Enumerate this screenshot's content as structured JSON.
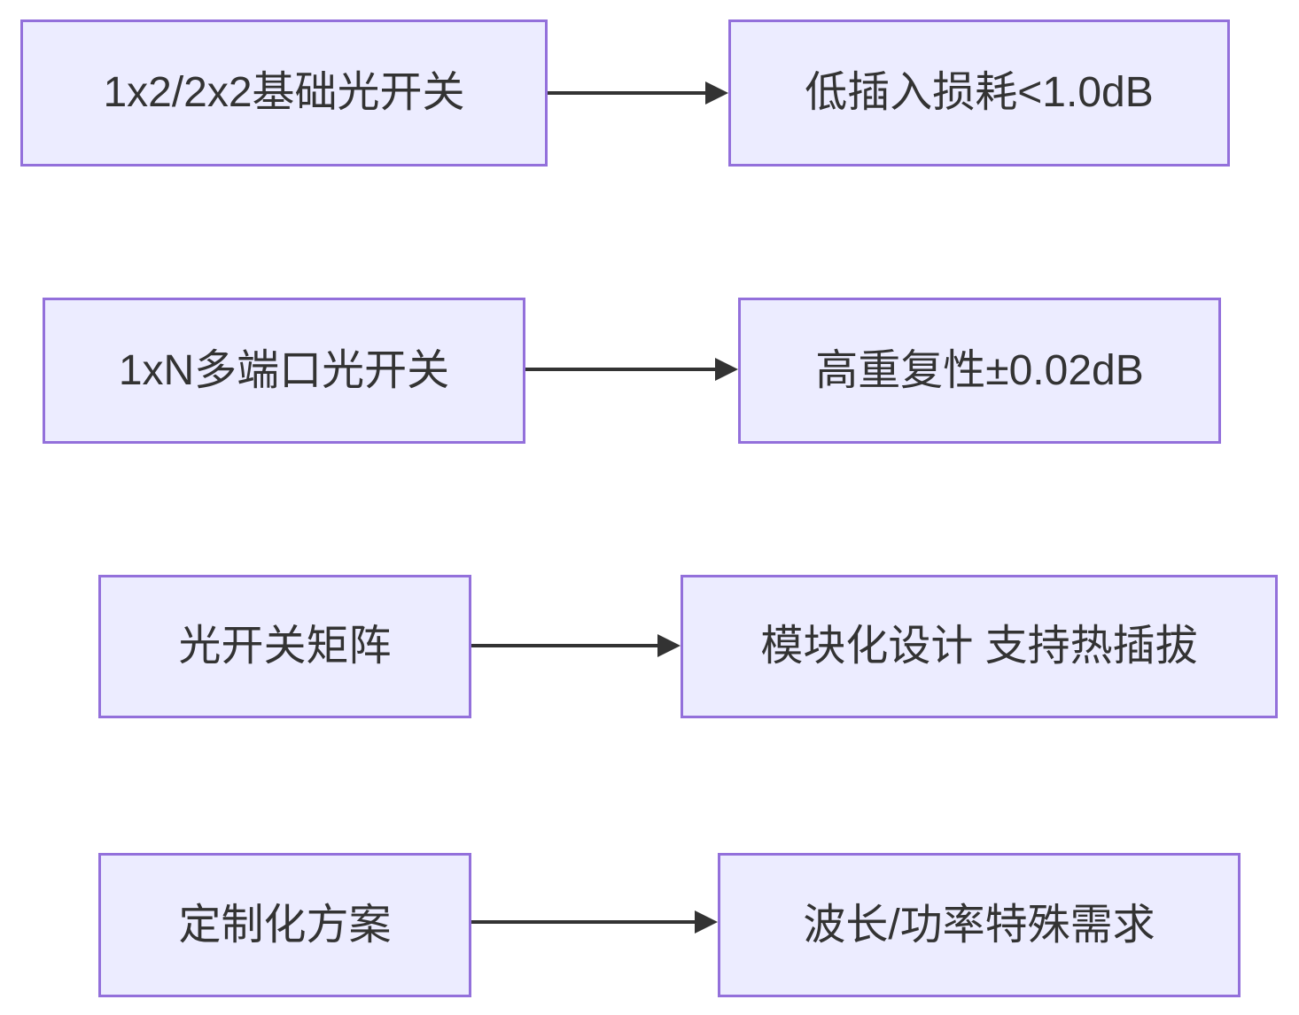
{
  "diagram": {
    "type": "flowchart",
    "direction": "left-to-right",
    "colors": {
      "background": "#ffffff",
      "node_fill": "#ECECFF",
      "node_border": "#9370DB",
      "text": "#333333",
      "arrow": "#333333"
    },
    "rows": [
      {
        "source": "1x2/2x2基础光开关",
        "target": "低插入损耗<1.0dB"
      },
      {
        "source": "1xN多端口光开关",
        "target": "高重复性±0.02dB"
      },
      {
        "source": "光开关矩阵",
        "target": "模块化设计 支持热插拔"
      },
      {
        "source": "定制化方案",
        "target": "波长/功率特殊需求"
      }
    ]
  }
}
